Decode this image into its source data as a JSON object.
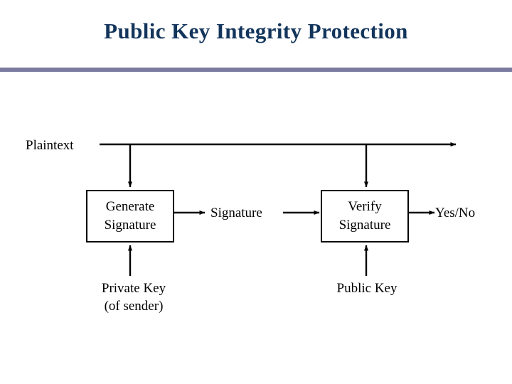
{
  "slide": {
    "title": "Public Key Integrity Protection",
    "title_color": "#13355C",
    "rule_color": "#7B7BA0",
    "background_color": "#FFFFFF",
    "text_color": "#000000"
  },
  "diagram": {
    "type": "flow-diagram",
    "labels": {
      "plaintext": "Plaintext",
      "signature": "Signature",
      "yes_no": "Yes/No",
      "private_key_line1": "Private Key",
      "private_key_line2": "(of sender)",
      "public_key": "Public Key"
    },
    "boxes": [
      {
        "id": "generate-signature",
        "line1": "Generate",
        "line2": "Signature"
      },
      {
        "id": "verify-signature",
        "line1": "Verify",
        "line2": "Signature"
      }
    ]
  }
}
